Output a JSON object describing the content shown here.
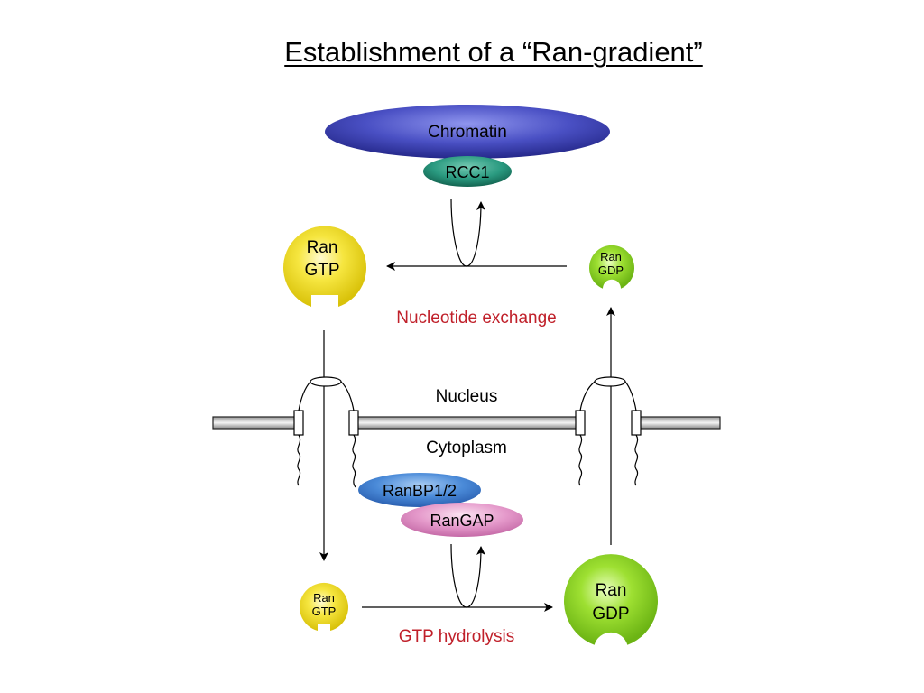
{
  "title": "Establishment of a “Ran-gradient”",
  "labels": {
    "chromatin": "Chromatin",
    "rcc1": "RCC1",
    "ran_gtp_nucleus_1": "Ran",
    "ran_gtp_nucleus_2": "GTP",
    "ran_gdp_nucleus_1": "Ran",
    "ran_gdp_nucleus_2": "GDP",
    "nucleotide_exchange": "Nucleotide exchange",
    "nucleus": "Nucleus",
    "cytoplasm": "Cytoplasm",
    "ranbp": "RanBP1/2",
    "rangap": "RanGAP",
    "ran_gtp_cyto_1": "Ran",
    "ran_gtp_cyto_2": "GTP",
    "ran_gdp_cyto_1": "Ran",
    "ran_gdp_cyto_2": "GDP",
    "gtp_hydrolysis": "GTP hydrolysis"
  },
  "colors": {
    "chromatin": "#3a3fb0",
    "rcc1": "#1f8a72",
    "ran_gtp": "#f2df2a",
    "ran_gdp": "#8fd82a",
    "ranbp": "#3f7fd0",
    "rangap": "#e08fc4",
    "process_text": "#c0202a"
  }
}
